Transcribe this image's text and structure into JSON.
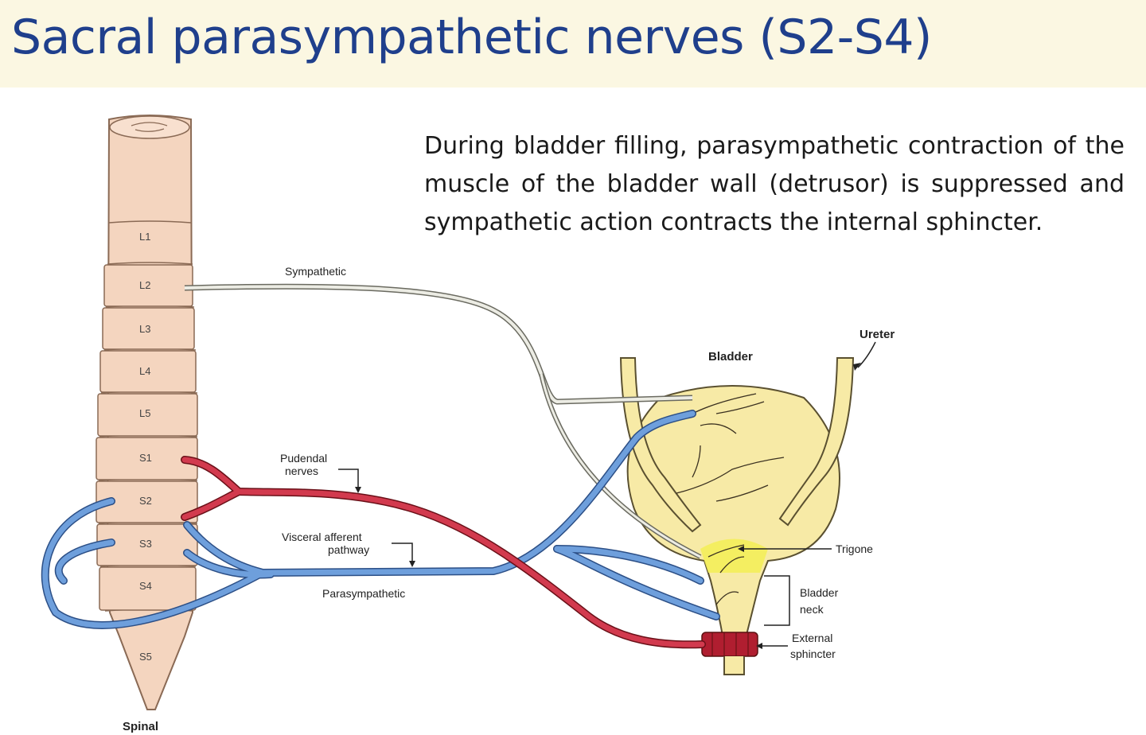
{
  "title": "Sacral parasympathetic nerves (S2-S4)",
  "description": "During bladder filling, parasympathetic contraction of the muscle of the bladder wall (detrusor) is suppressed and sympathetic action contracts the internal sphincter.",
  "segments": [
    "L1",
    "L2",
    "L3",
    "L4",
    "L5",
    "S1",
    "S2",
    "S3",
    "S4",
    "S5"
  ],
  "labels": {
    "sympathetic": "Sympathetic",
    "pudendal_line1": "Pudendal",
    "pudendal_line2": "nerves",
    "visceral_line1": "Visceral afferent",
    "visceral_line2": "pathway",
    "parasympathetic": "Parasympathetic",
    "bladder": "Bladder",
    "ureter": "Ureter",
    "trigone": "Trigone",
    "bladder_neck_line1": "Bladder",
    "bladder_neck_line2": "neck",
    "external_sphincter_line1": "External",
    "external_sphincter_line2": "sphincter",
    "spinal": "Spinal"
  },
  "colors": {
    "title": "#1f3f8c",
    "title_bg": "#fbf7e2",
    "cord": "#f4d5bf",
    "bladder": "#f7eaa6",
    "trigone": "#f3ee5a",
    "pudendal_nerve": "#c8283c",
    "parasympathetic_nerve": "#5b8ed0",
    "sympathetic_nerve": "#d9d9d0"
  }
}
